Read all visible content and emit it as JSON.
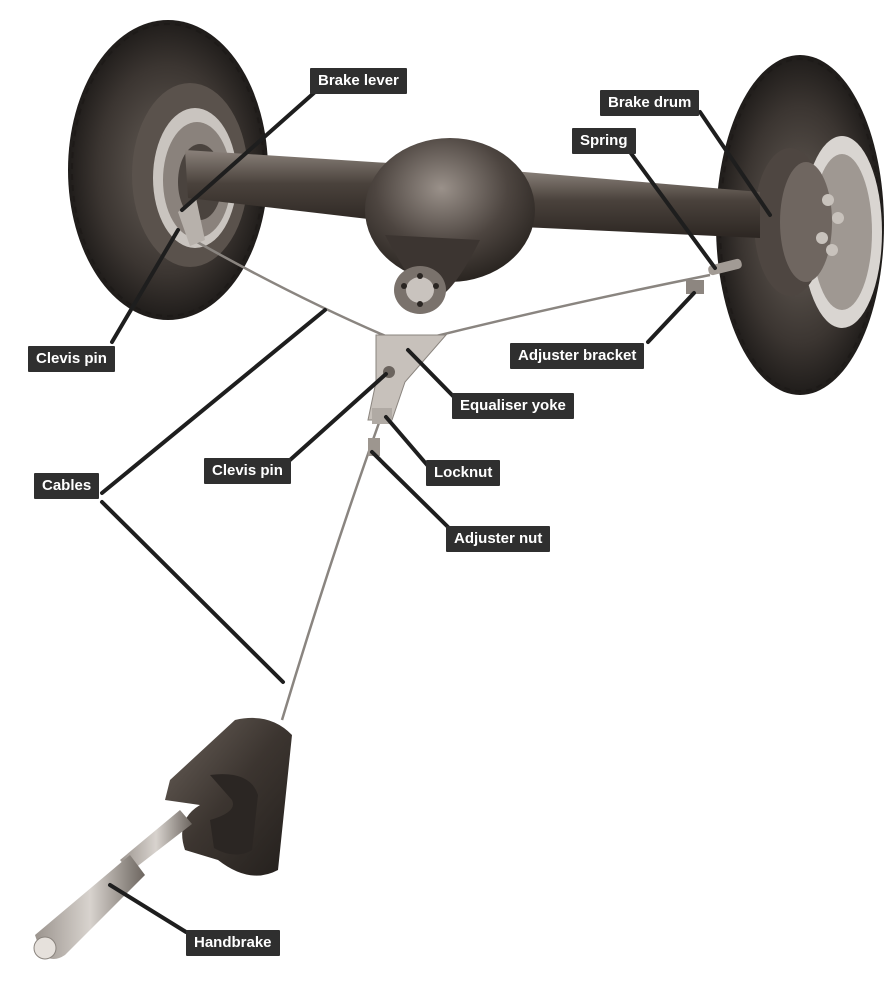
{
  "labels": {
    "brake_lever": "Brake lever",
    "brake_drum": "Brake drum",
    "spring": "Spring",
    "clevis_pin_left": "Clevis pin",
    "adjuster_bracket": "Adjuster bracket",
    "equaliser_yoke": "Equaliser yoke",
    "clevis_pin_center": "Clevis pin",
    "locknut": "Locknut",
    "cables": "Cables",
    "adjuster_nut": "Adjuster nut",
    "handbrake": "Handbrake"
  },
  "colors": {
    "label_bg": "#2f2f2f",
    "label_text": "#ffffff",
    "leader_line": "#1e1e1e",
    "metal_dark": "#3a332e",
    "metal_mid": "#6e655d",
    "tyre": "#2e2a27",
    "cable": "#8a8580"
  }
}
